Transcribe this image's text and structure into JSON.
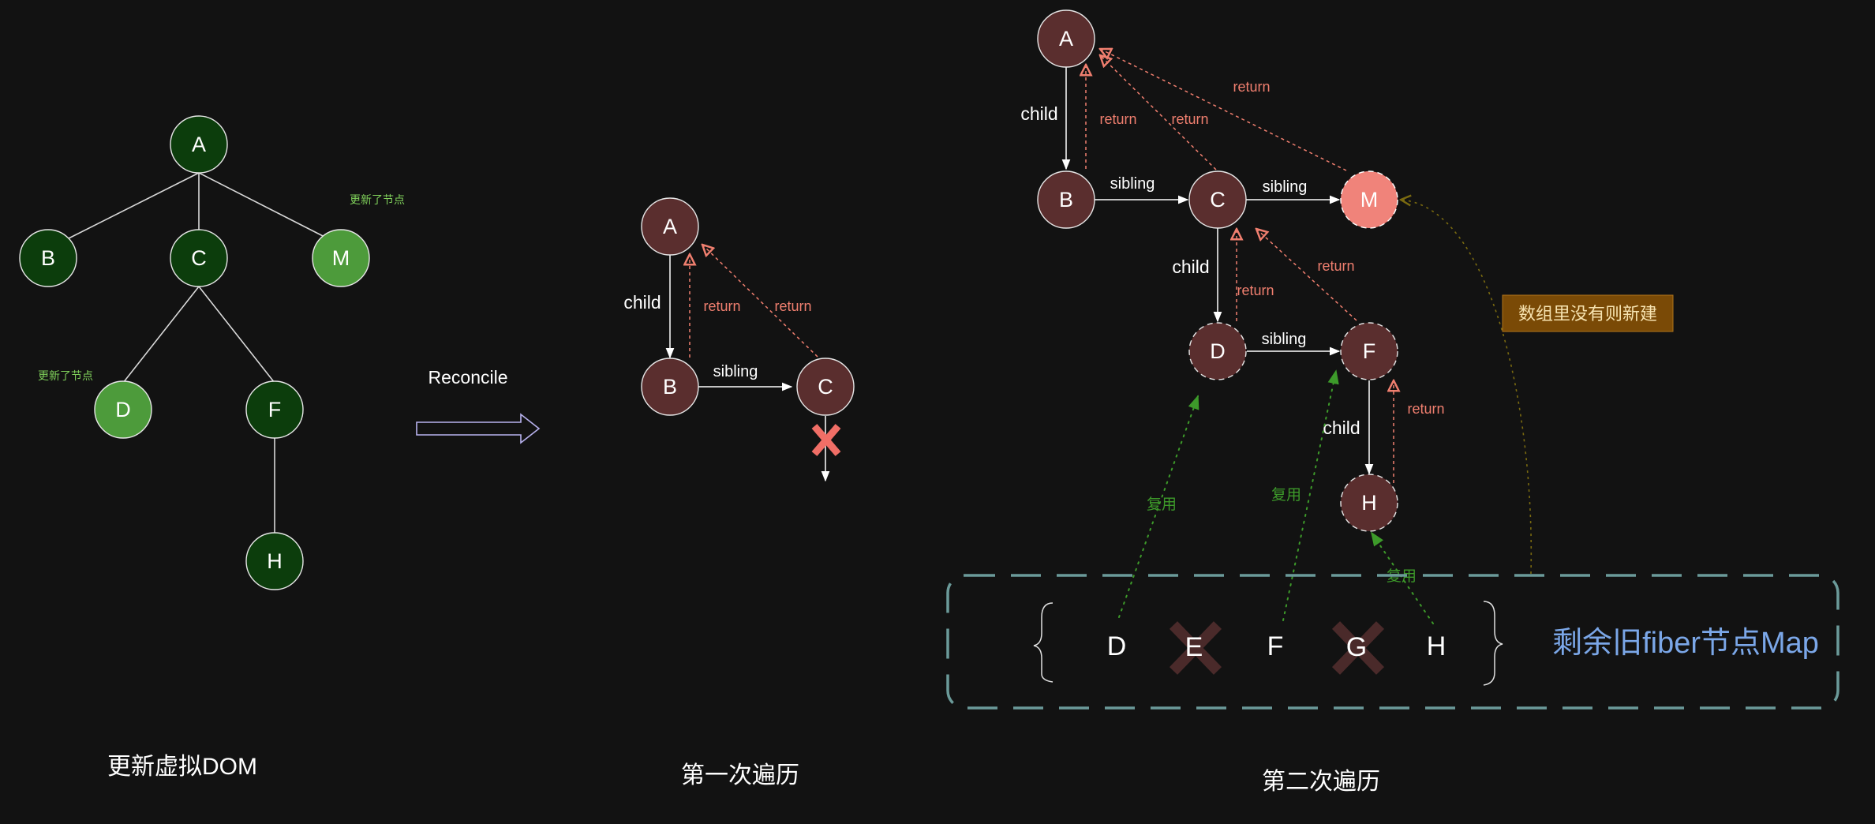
{
  "colors": {
    "background": "#121212",
    "green_dark": "#0c3d0c",
    "green_light": "#4d9b3b",
    "green_label": "#7fcf5a",
    "fiber_node": "#5a2e2e",
    "fiber_new": "#f0837a",
    "return_color": "#f07f6f",
    "reuse_color": "#3d9a2a",
    "map_border": "#6b9a99",
    "map_label": "#7ba7e8",
    "badge_bg": "#7a4a06",
    "badge_text": "#f7e3b0",
    "arrow_outline": "#b8b2ee",
    "cross_color": "#f06e66",
    "text": "#ffffff"
  },
  "captions": {
    "vdom": "更新虚拟DOM",
    "first": "第一次遍历",
    "second": "第二次遍历"
  },
  "reconcile_label": "Reconcile",
  "vdom_tree": {
    "nodes": [
      {
        "label": "A",
        "variant": "dark"
      },
      {
        "label": "B",
        "variant": "dark"
      },
      {
        "label": "C",
        "variant": "dark"
      },
      {
        "label": "M",
        "variant": "light"
      },
      {
        "label": "D",
        "variant": "light"
      },
      {
        "label": "F",
        "variant": "dark"
      },
      {
        "label": "H",
        "variant": "dark"
      }
    ],
    "notes": [
      "更新了节点",
      "更新了节点"
    ]
  },
  "first_pass": {
    "nodes": [
      "A",
      "B",
      "C"
    ],
    "child_label": "child",
    "sibling_label": "sibling",
    "return_label": "return"
  },
  "second_pass": {
    "nodes": [
      {
        "label": "A",
        "style": "solid"
      },
      {
        "label": "B",
        "style": "solid"
      },
      {
        "label": "C",
        "style": "solid"
      },
      {
        "label": "M",
        "style": "new"
      },
      {
        "label": "D",
        "style": "dashed"
      },
      {
        "label": "F",
        "style": "dashed"
      },
      {
        "label": "H",
        "style": "dashed"
      }
    ],
    "child_label": "child",
    "sibling_label": "sibling",
    "return_label": "return",
    "reuse_label": "复用",
    "badge": "数组里没有则新建"
  },
  "old_fiber_map": {
    "items": [
      {
        "label": "D",
        "deleted": false
      },
      {
        "label": "E",
        "deleted": true
      },
      {
        "label": "F",
        "deleted": false
      },
      {
        "label": "G",
        "deleted": true
      },
      {
        "label": "H",
        "deleted": false
      }
    ],
    "label": "剩余旧fiber节点Map"
  }
}
